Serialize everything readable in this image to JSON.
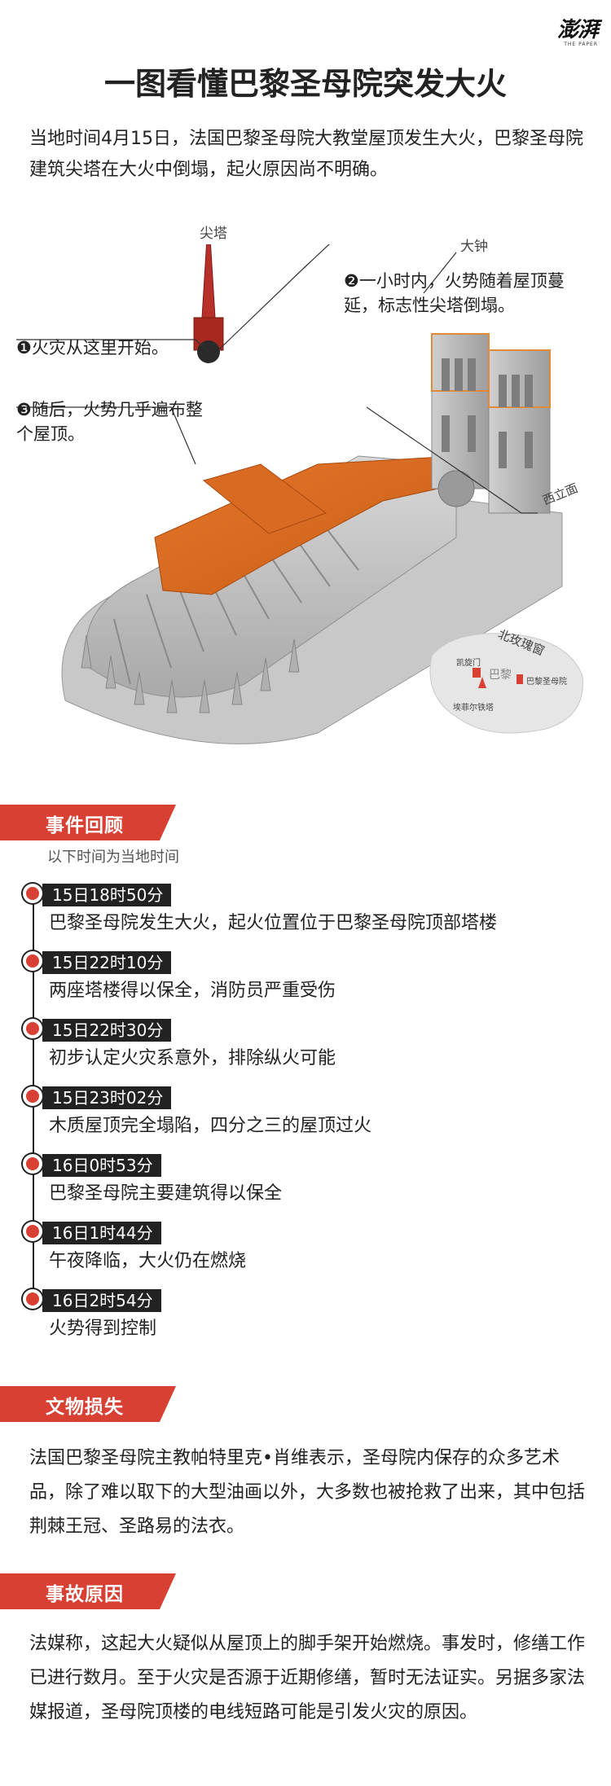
{
  "brand": {
    "logo": "澎湃",
    "logo_sub": "THE PAPER"
  },
  "title": "一图看懂巴黎圣母院突发大火",
  "intro": "当地时间4月15日，法国巴黎圣母院大教堂屋顶发生大火，巴黎圣母院建筑尖塔在大火中倒塌，起火原因尚不明确。",
  "illustration": {
    "labels": {
      "spire": "尖塔",
      "bell": "大钟",
      "west_facade": "西立面",
      "rose_window": "北玫瑰窗"
    },
    "callouts": [
      {
        "text": "❶火灾从这里开始。"
      },
      {
        "text": "❷一小时内，火势随着屋顶蔓延，标志性尖塔倒塌。"
      },
      {
        "text": "❸随后，火势几乎遍布整个屋顶。"
      }
    ],
    "map": {
      "city": "巴黎",
      "arc": "凯旋门",
      "eiffel": "埃菲尔铁塔",
      "notre_dame": "巴黎圣母院"
    },
    "colors": {
      "fire": "#d96a1f",
      "spire": "#b8302a",
      "building": "#b9b9b9"
    }
  },
  "events": {
    "heading": "事件回顾",
    "note": "以下时间为当地时间",
    "items": [
      {
        "time": "15日18时50分",
        "text": "巴黎圣母院发生大火，起火位置位于巴黎圣母院顶部塔楼"
      },
      {
        "time": "15日22时10分",
        "text": "两座塔楼得以保全，消防员严重受伤"
      },
      {
        "time": "15日22时30分",
        "text": "初步认定火灾系意外，排除纵火可能"
      },
      {
        "time": "15日23时02分",
        "text": "木质屋顶完全塌陷，四分之三的屋顶过火"
      },
      {
        "time": "16日0时53分",
        "text": "巴黎圣母院主要建筑得以保全"
      },
      {
        "time": "16日1时44分",
        "text": "午夜降临，大火仍在燃烧"
      },
      {
        "time": "16日2时54分",
        "text": "火势得到控制"
      }
    ]
  },
  "relics": {
    "heading": "文物损失",
    "text": "法国巴黎圣母院主教帕特里克•肖维表示，圣母院内保存的众多艺术品，除了难以取下的大型油画以外，大多数也被抢救了出来，其中包括荆棘王冠、圣路易的法衣。"
  },
  "cause": {
    "heading": "事故原因",
    "text": "法媒称，这起大火疑似从屋顶上的脚手架开始燃烧。事发时，修缮工作已进行数月。至于火灾是否源于近期修缮，暂时无法证实。另据多家法媒报道，圣母院顶楼的电线短路可能是引发火灾的原因。"
  },
  "theme": {
    "accent": "#d94034",
    "dark": "#222222"
  }
}
